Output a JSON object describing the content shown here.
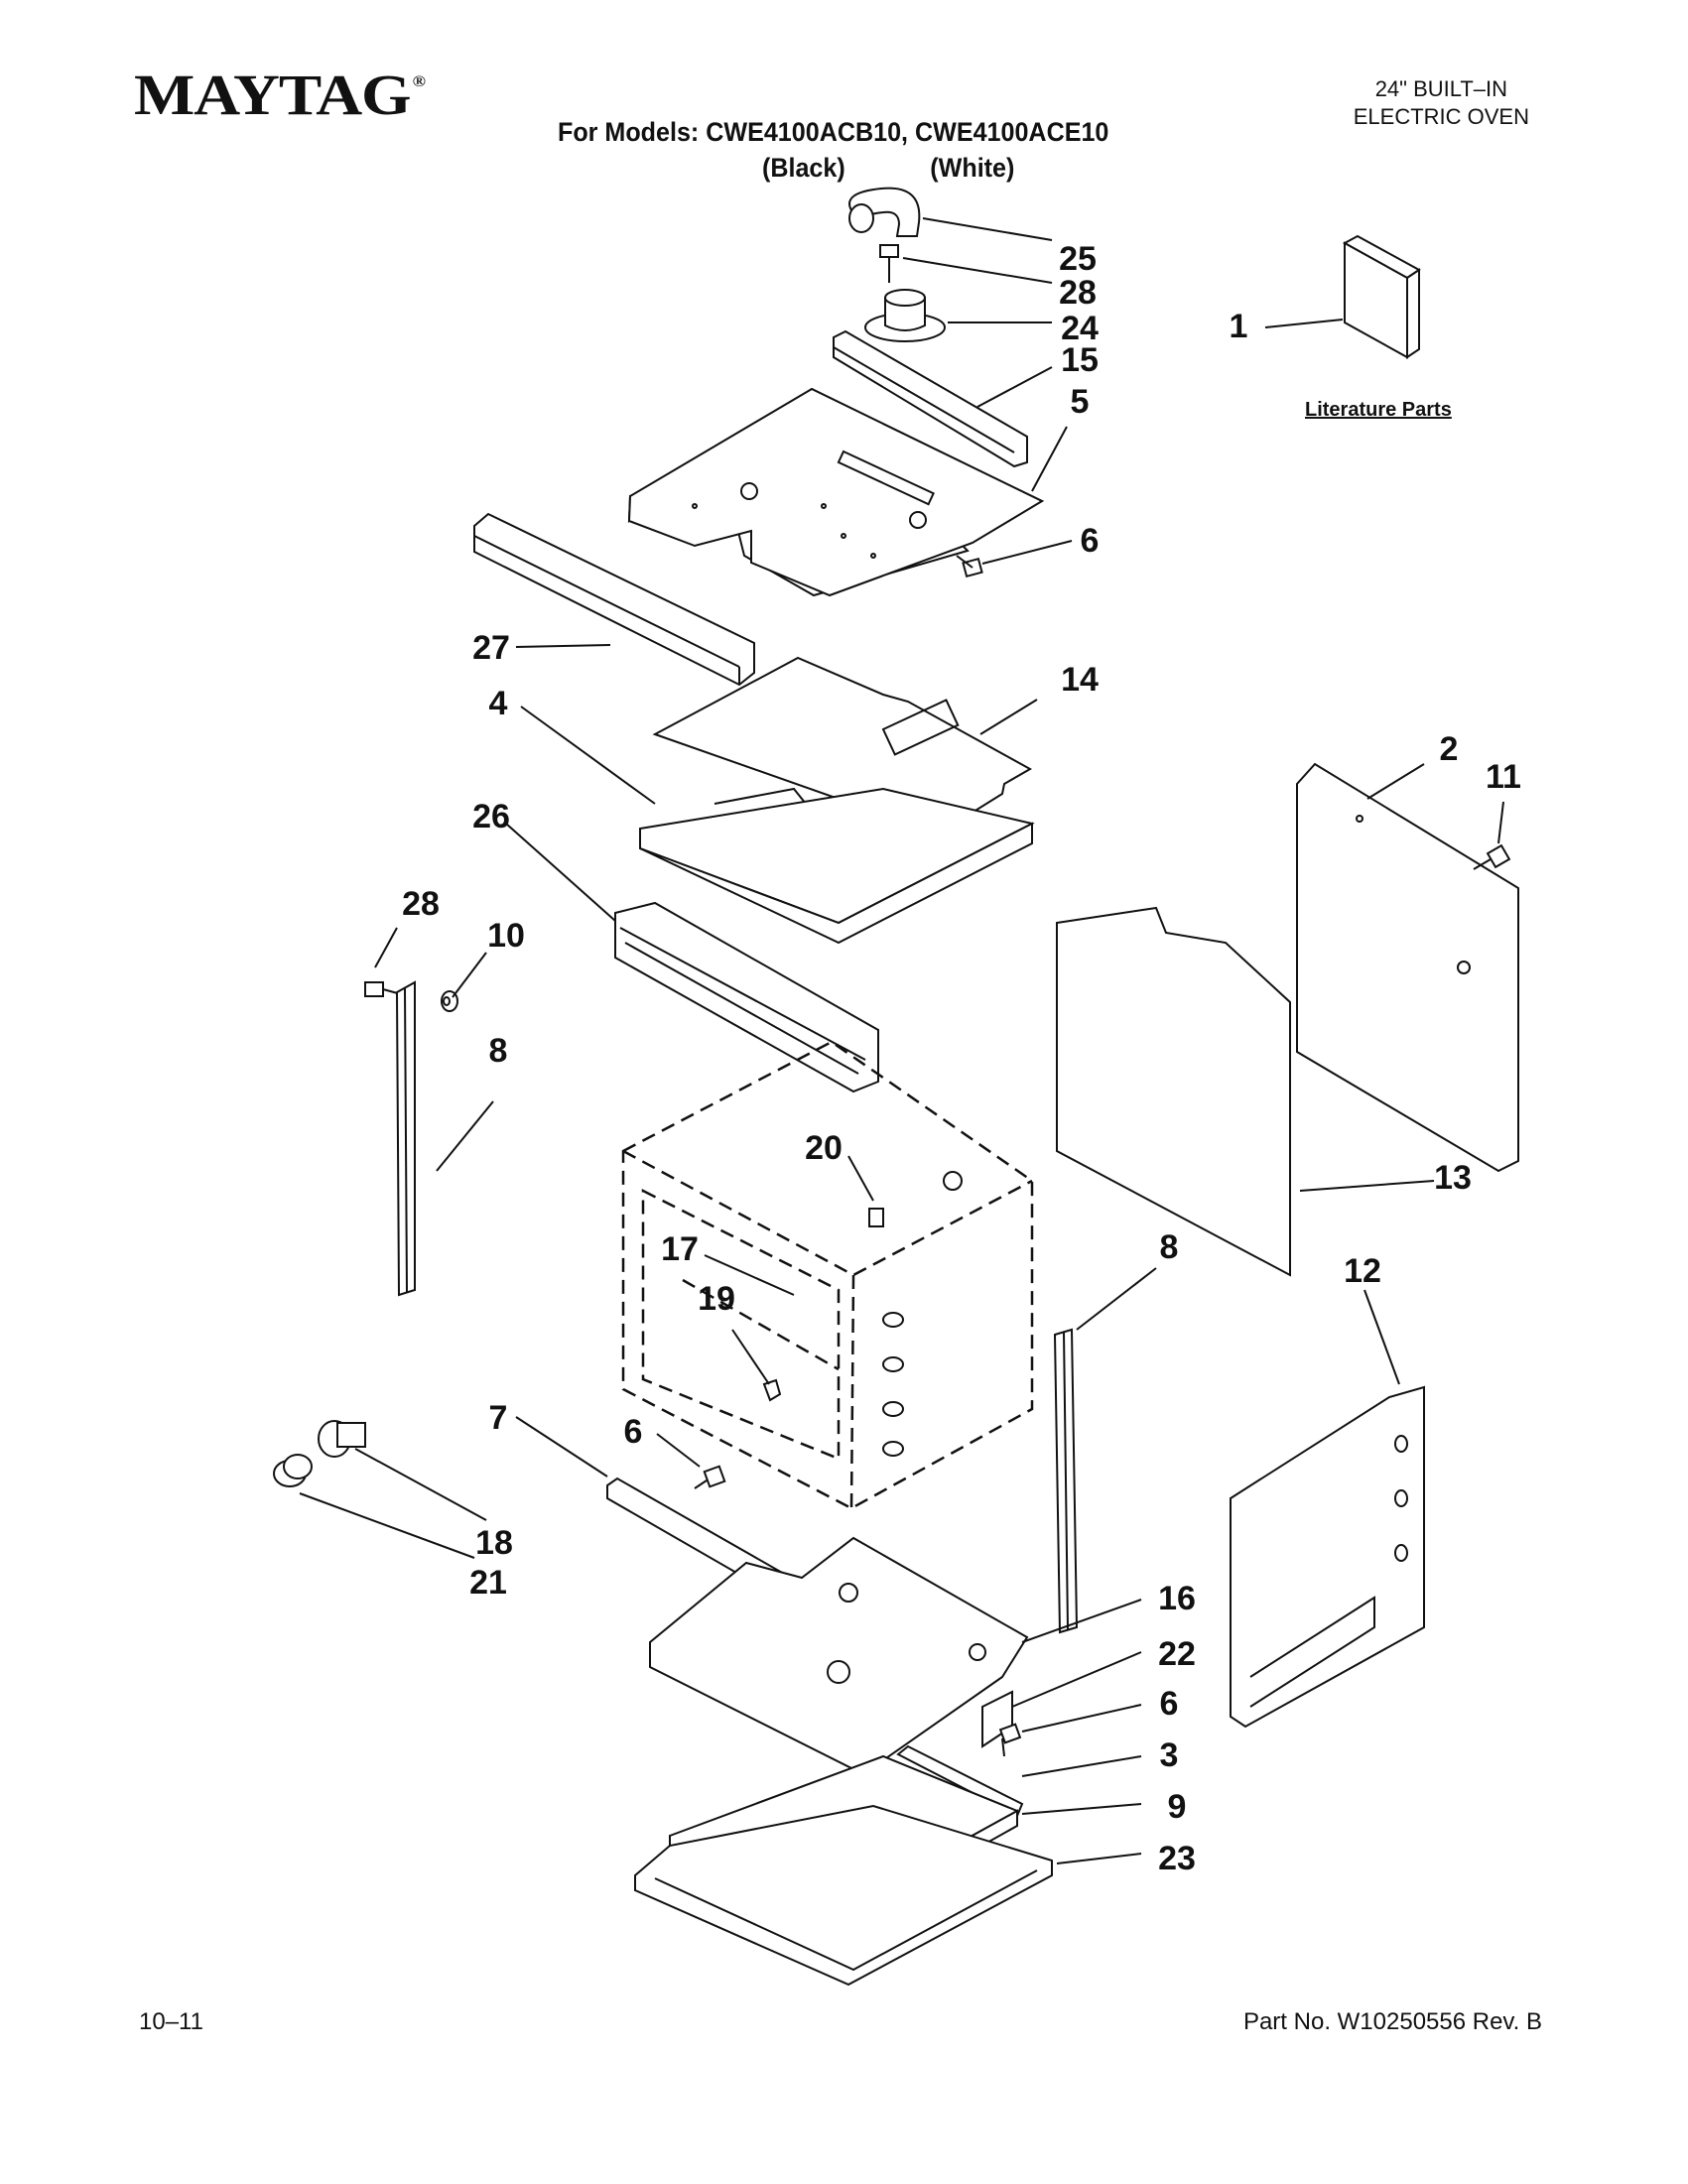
{
  "header": {
    "brand": "MAYTAG",
    "brand_mark": "®",
    "product_line1": "24\" BUILT–IN",
    "product_line2": "ELECTRIC OVEN",
    "models": "For Models: CWE4100ACB10, CWE4100ACE10",
    "variant_black": "(Black)",
    "variant_white": "(White)"
  },
  "literature_label": "Literature Parts",
  "footer": {
    "date_code": "10–11",
    "part_number": "Part No. W10250556 Rev. B"
  },
  "callouts": {
    "c1": "1",
    "c2": "2",
    "c3": "3",
    "c4": "4",
    "c5": "5",
    "c6a": "6",
    "c6b": "6",
    "c6c": "6",
    "c7": "7",
    "c8a": "8",
    "c8b": "8",
    "c9": "9",
    "c10": "10",
    "c11": "11",
    "c12": "12",
    "c13": "13",
    "c14": "14",
    "c15": "15",
    "c16": "16",
    "c17": "17",
    "c18": "18",
    "c19": "19",
    "c20": "20",
    "c21": "21",
    "c22": "22",
    "c23": "23",
    "c24": "24",
    "c25": "25",
    "c26": "26",
    "c27": "27",
    "c28a": "28",
    "c28b": "28"
  }
}
